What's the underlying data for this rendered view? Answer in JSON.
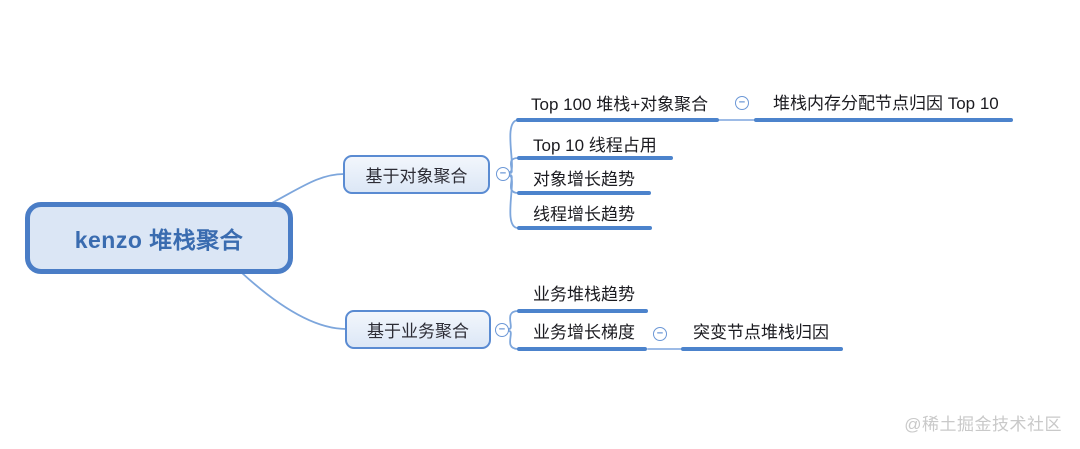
{
  "root": {
    "label": "kenzo 堆栈聚合"
  },
  "branches": [
    {
      "label": "基于对象聚合",
      "children": [
        {
          "label": "Top 100 堆栈+对象聚合",
          "child": {
            "label": "堆栈内存分配节点归因 Top 10"
          }
        },
        {
          "label": "Top 10 线程占用"
        },
        {
          "label": "对象增长趋势"
        },
        {
          "label": "线程增长趋势"
        }
      ]
    },
    {
      "label": "基于业务聚合",
      "children": [
        {
          "label": "业务堆栈趋势"
        },
        {
          "label": "业务增长梯度",
          "child": {
            "label": "突变节点堆栈归因"
          }
        }
      ]
    }
  ],
  "collapse_icon": {
    "name": "minus",
    "glyph": "−"
  },
  "watermark": "@稀土掘金技术社区",
  "colors": {
    "accent": "#4c83cc",
    "root_border": "#4a7dc6",
    "root_fill": "#dbe6f5",
    "root_text": "#3a6cb0",
    "branch_border": "#5a8bd2",
    "branch_fill": "#dce7f6",
    "branch_text": "#2c2c35",
    "topic_text": "#1b1b20",
    "curve": "#7da6dc",
    "thin_link": "#9dbbe6",
    "circle_border": "#6b97d6",
    "watermark": "#c9c9c9"
  }
}
